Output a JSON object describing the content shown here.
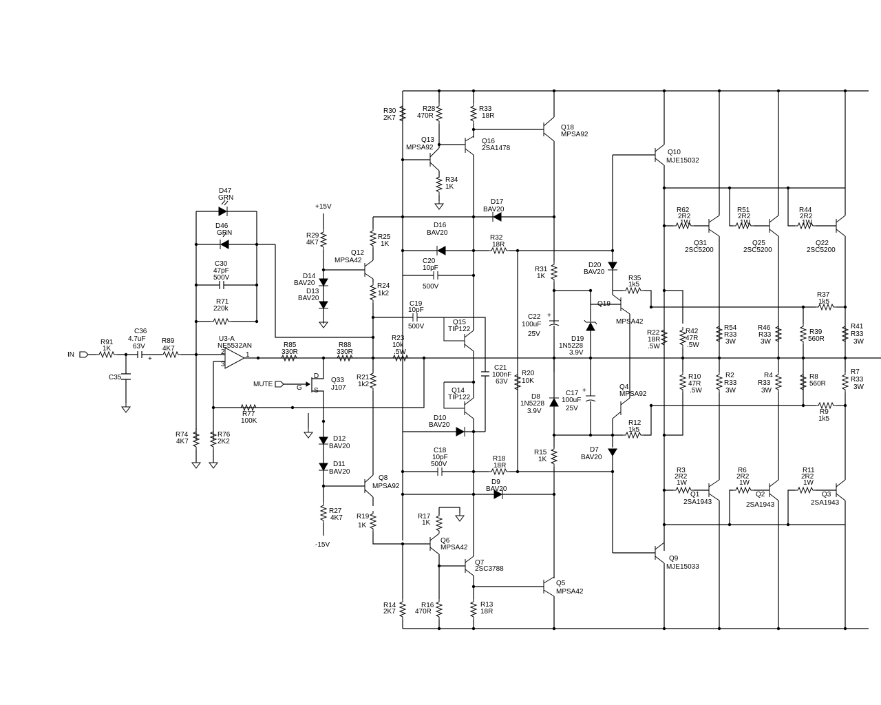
{
  "labels": {
    "in": "IN",
    "mute": "MUTE",
    "pos15": "+15V",
    "neg15": "-15V",
    "opamp": [
      "U3-A",
      "NE5532AN"
    ],
    "r91": [
      "R91",
      "1K"
    ],
    "c36": [
      "C36",
      "4.7uF",
      "63V"
    ],
    "r89": [
      "R89",
      "4K7"
    ],
    "c35": [
      "C35"
    ],
    "d47": [
      "D47",
      "GRN"
    ],
    "d46": [
      "D46",
      "GRN"
    ],
    "c30": [
      "C30",
      "47pF",
      "500V"
    ],
    "r71": [
      "R71",
      "220k"
    ],
    "r74": [
      "R74",
      "4K7"
    ],
    "r76": [
      "R76",
      "2K2"
    ],
    "r77": [
      "R77",
      "100K"
    ],
    "r85": [
      "R85",
      "330R"
    ],
    "r88": [
      "R88",
      "330R"
    ],
    "q33": [
      "Q33",
      "J107"
    ],
    "r29": [
      "R29",
      "4K7"
    ],
    "d14": [
      "D14",
      "BAV20"
    ],
    "d13": [
      "D13",
      "BAV20"
    ],
    "d12": [
      "D12",
      "BAV20"
    ],
    "d11": [
      "D11",
      "BAV20"
    ],
    "r27": [
      "R27",
      "4K7"
    ],
    "r30": [
      "R30",
      "2K7"
    ],
    "r28": [
      "R28",
      "470R"
    ],
    "r33": [
      "R33",
      "18R"
    ],
    "q13": [
      "Q13",
      "MPSA92"
    ],
    "q16": [
      "Q16",
      "2SA1478"
    ],
    "r34": [
      "R34",
      "1K"
    ],
    "q18": [
      "Q18",
      "MPSA92"
    ],
    "d17": [
      "D17",
      "BAV20"
    ],
    "d16": [
      "D16",
      "BAV20"
    ],
    "r25": [
      "R25",
      "1K"
    ],
    "q12": [
      "Q12",
      "MPSA42"
    ],
    "r24": [
      "R24",
      "1k2"
    ],
    "r32": [
      "R32",
      "18R"
    ],
    "c20": [
      "C20",
      "10pF",
      "500V"
    ],
    "c19": [
      "C19",
      "10pF",
      "500V"
    ],
    "q15": [
      "Q15",
      "TIP122"
    ],
    "r23": [
      "R23",
      "10k",
      ".5W"
    ],
    "r21": [
      "R21",
      "1k2"
    ],
    "c21": [
      "C21",
      "100nF",
      "63V"
    ],
    "q14": [
      "Q14",
      "TIP122"
    ],
    "r20": [
      "R20",
      "10K"
    ],
    "r31": [
      "R31",
      "1K"
    ],
    "c22": [
      "C22",
      "100uF",
      "25V"
    ],
    "d19": [
      "D19",
      "1N5228",
      "3.9V"
    ],
    "d8": [
      "D8",
      "1N5228",
      "3.9V"
    ],
    "c17": [
      "C17",
      "100uF",
      "25V"
    ],
    "d20": [
      "D20",
      "BAV20"
    ],
    "r35": [
      "R35",
      "1k5"
    ],
    "q19": [
      "Q19",
      "MPSA42"
    ],
    "q4": [
      "Q4",
      "MPSA92"
    ],
    "r12": [
      "R12",
      "1k5"
    ],
    "d7": [
      "D7",
      "BAV20"
    ],
    "d10": [
      "D10",
      "BAV20"
    ],
    "c18": [
      "C18",
      "10pF",
      "500V"
    ],
    "r18": [
      "R18",
      "18R"
    ],
    "d9": [
      "D9",
      "BAV20"
    ],
    "r15": [
      "R15",
      "1K"
    ],
    "q8": [
      "Q8",
      "MPSA92"
    ],
    "r19": [
      "R19",
      "1K"
    ],
    "r17": [
      "R17",
      "1K"
    ],
    "q6": [
      "Q6",
      "MPSA42"
    ],
    "q7": [
      "Q7",
      "2SC3788"
    ],
    "r14": [
      "R14",
      "2K7"
    ],
    "r16": [
      "R16",
      "470R"
    ],
    "r13": [
      "R13",
      "18R"
    ],
    "q5": [
      "Q5",
      "MPSA42"
    ],
    "q10": [
      "Q10",
      "MJE15032"
    ],
    "q9": [
      "Q9",
      "MJE15033"
    ],
    "r62": [
      "R62",
      "2R2",
      "1W"
    ],
    "q31": [
      "Q31",
      "2SC5200"
    ],
    "r51": [
      "R51",
      "2R2",
      "1W"
    ],
    "q25": [
      "Q25",
      "2SC5200"
    ],
    "r44": [
      "R44",
      "2R2",
      "1W"
    ],
    "q22": [
      "Q22",
      "2SC5200"
    ],
    "r22": [
      "R22",
      "18R",
      ".5W"
    ],
    "r42": [
      "R42",
      "47R",
      ".5W"
    ],
    "r54": [
      "R54",
      "R33",
      "3W"
    ],
    "r46": [
      "R46",
      "R33",
      "3W"
    ],
    "r39": [
      "R39",
      "560R"
    ],
    "r41": [
      "R41",
      "R33",
      "3W"
    ],
    "r37": [
      "R37",
      "1k5"
    ],
    "r7": [
      "R7",
      "R33",
      "3W"
    ],
    "r10": [
      "R10",
      "47R",
      ".5W"
    ],
    "r2": [
      "R2",
      "R33",
      "3W"
    ],
    "r4": [
      "R4",
      "R33",
      "3W"
    ],
    "r8": [
      "R8",
      "560R"
    ],
    "r9": [
      "R9",
      "1k5"
    ],
    "r3": [
      "R3",
      "2R2",
      "1W"
    ],
    "q1": [
      "Q1",
      "2SA1943"
    ],
    "r6": [
      "R6",
      "2R2",
      "1W"
    ],
    "q2": [
      "Q2",
      "2SA1943"
    ],
    "r11": [
      "R11",
      "2R2",
      "1W"
    ],
    "q3": [
      "Q3",
      "2SA1943"
    ],
    "pin2": "2",
    "pin3": "3",
    "pin1": "1",
    "pin_d": "D",
    "pin_g": "G",
    "pin_s": "S",
    "plus": "+"
  }
}
